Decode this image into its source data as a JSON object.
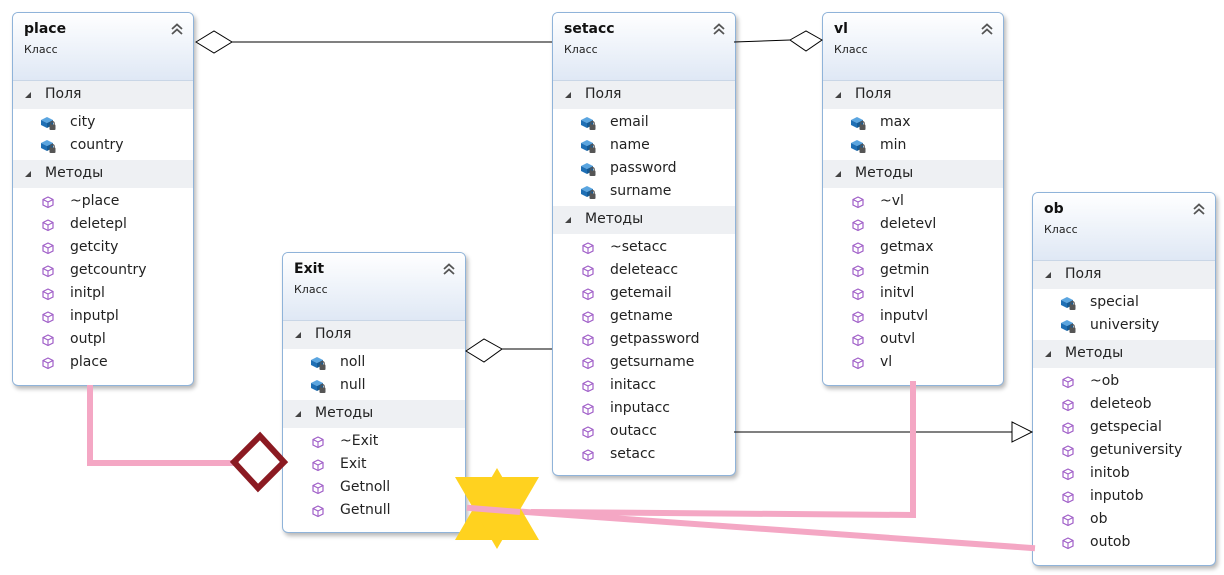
{
  "labels": {
    "fields": "Поля",
    "methods": "Методы"
  },
  "classes": [
    {
      "id": "place",
      "name": "place",
      "kind": "Класс",
      "fields": [
        {
          "name": "city"
        },
        {
          "name": "country"
        }
      ],
      "methods": [
        {
          "name": "~place"
        },
        {
          "name": "deletepl"
        },
        {
          "name": "getcity"
        },
        {
          "name": "getcountry"
        },
        {
          "name": "initpl"
        },
        {
          "name": "inputpl"
        },
        {
          "name": "outpl"
        },
        {
          "name": "place"
        }
      ]
    },
    {
      "id": "setacc",
      "name": "setacc",
      "kind": "Класс",
      "fields": [
        {
          "name": "email"
        },
        {
          "name": "name"
        },
        {
          "name": "password"
        },
        {
          "name": "surname"
        }
      ],
      "methods": [
        {
          "name": "~setacc"
        },
        {
          "name": "deleteacc"
        },
        {
          "name": "getemail"
        },
        {
          "name": "getname"
        },
        {
          "name": "getpassword"
        },
        {
          "name": "getsurname"
        },
        {
          "name": "initacc"
        },
        {
          "name": "inputacc"
        },
        {
          "name": "outacc"
        },
        {
          "name": "setacc"
        }
      ]
    },
    {
      "id": "vl",
      "name": "vl",
      "kind": "Класс",
      "fields": [
        {
          "name": "max"
        },
        {
          "name": "min"
        }
      ],
      "methods": [
        {
          "name": "~vl"
        },
        {
          "name": "deletevl"
        },
        {
          "name": "getmax"
        },
        {
          "name": "getmin"
        },
        {
          "name": "initvl"
        },
        {
          "name": "inputvl"
        },
        {
          "name": "outvl"
        },
        {
          "name": "vl"
        }
      ]
    },
    {
      "id": "exit",
      "name": "Exit",
      "kind": "Класс",
      "fields": [
        {
          "name": "noll"
        },
        {
          "name": "null"
        }
      ],
      "methods": [
        {
          "name": "~Exit"
        },
        {
          "name": "Exit"
        },
        {
          "name": "Getnoll"
        },
        {
          "name": "Getnull"
        }
      ]
    },
    {
      "id": "ob",
      "name": "ob",
      "kind": "Класс",
      "fields": [
        {
          "name": "special"
        },
        {
          "name": "university"
        }
      ],
      "methods": [
        {
          "name": "~ob"
        },
        {
          "name": "deleteob"
        },
        {
          "name": "getspecial"
        },
        {
          "name": "getuniversity"
        },
        {
          "name": "initob"
        },
        {
          "name": "inputob"
        },
        {
          "name": "ob"
        },
        {
          "name": "outob"
        }
      ]
    }
  ],
  "colors": {
    "connector": "#000000",
    "pink_annotation": "#f4a7c4",
    "diamond_annotation": "#8b1a22",
    "star_annotation": "#ffd21f",
    "field_icon": "#1e6fb5",
    "method_icon": "#a05fc8"
  }
}
